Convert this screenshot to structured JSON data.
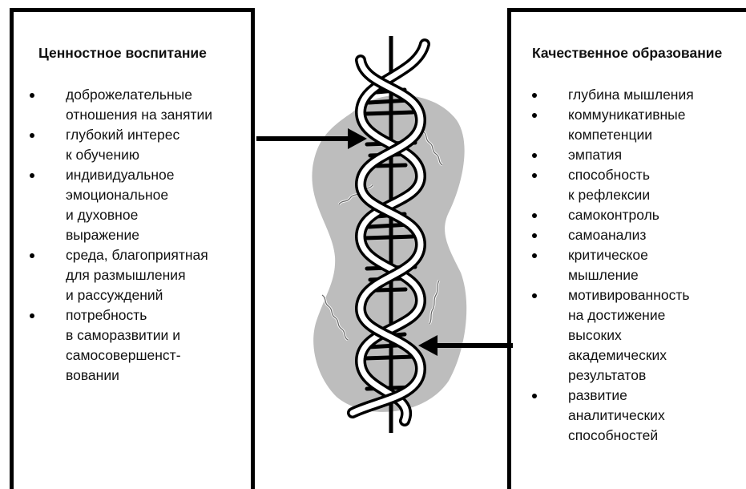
{
  "left_box": {
    "title": "Ценностное воспитание",
    "items": [
      "доброжелательные\nотношения на занятии",
      "глубокий интерес\nк обучению",
      "индивидуальное\nэмоциональное\nи духовное\nвыражение",
      "среда, благоприятная\nдля размышления\nи рассуждений",
      "потребность\nв саморазвитии и\nсамосовершенст-\nвовании"
    ]
  },
  "right_box": {
    "title": "Качественное образование",
    "items": [
      "глубина мышления",
      "коммуникативные\nкомпетенции",
      "эмпатия",
      "способность\nк рефлексии",
      "самоконтроль",
      "самоанализ",
      "критическое\nмышление",
      "мотивированность\nна достижение\nвысоких\nакадемических\nрезультатов",
      "развитие\nаналитических\nспособностей"
    ]
  },
  "colors": {
    "blob": "#bdbdbd",
    "stroke": "#000000"
  },
  "icons": [
    "dna-double-helix-icon",
    "arrow-right-icon",
    "arrow-left-icon"
  ]
}
